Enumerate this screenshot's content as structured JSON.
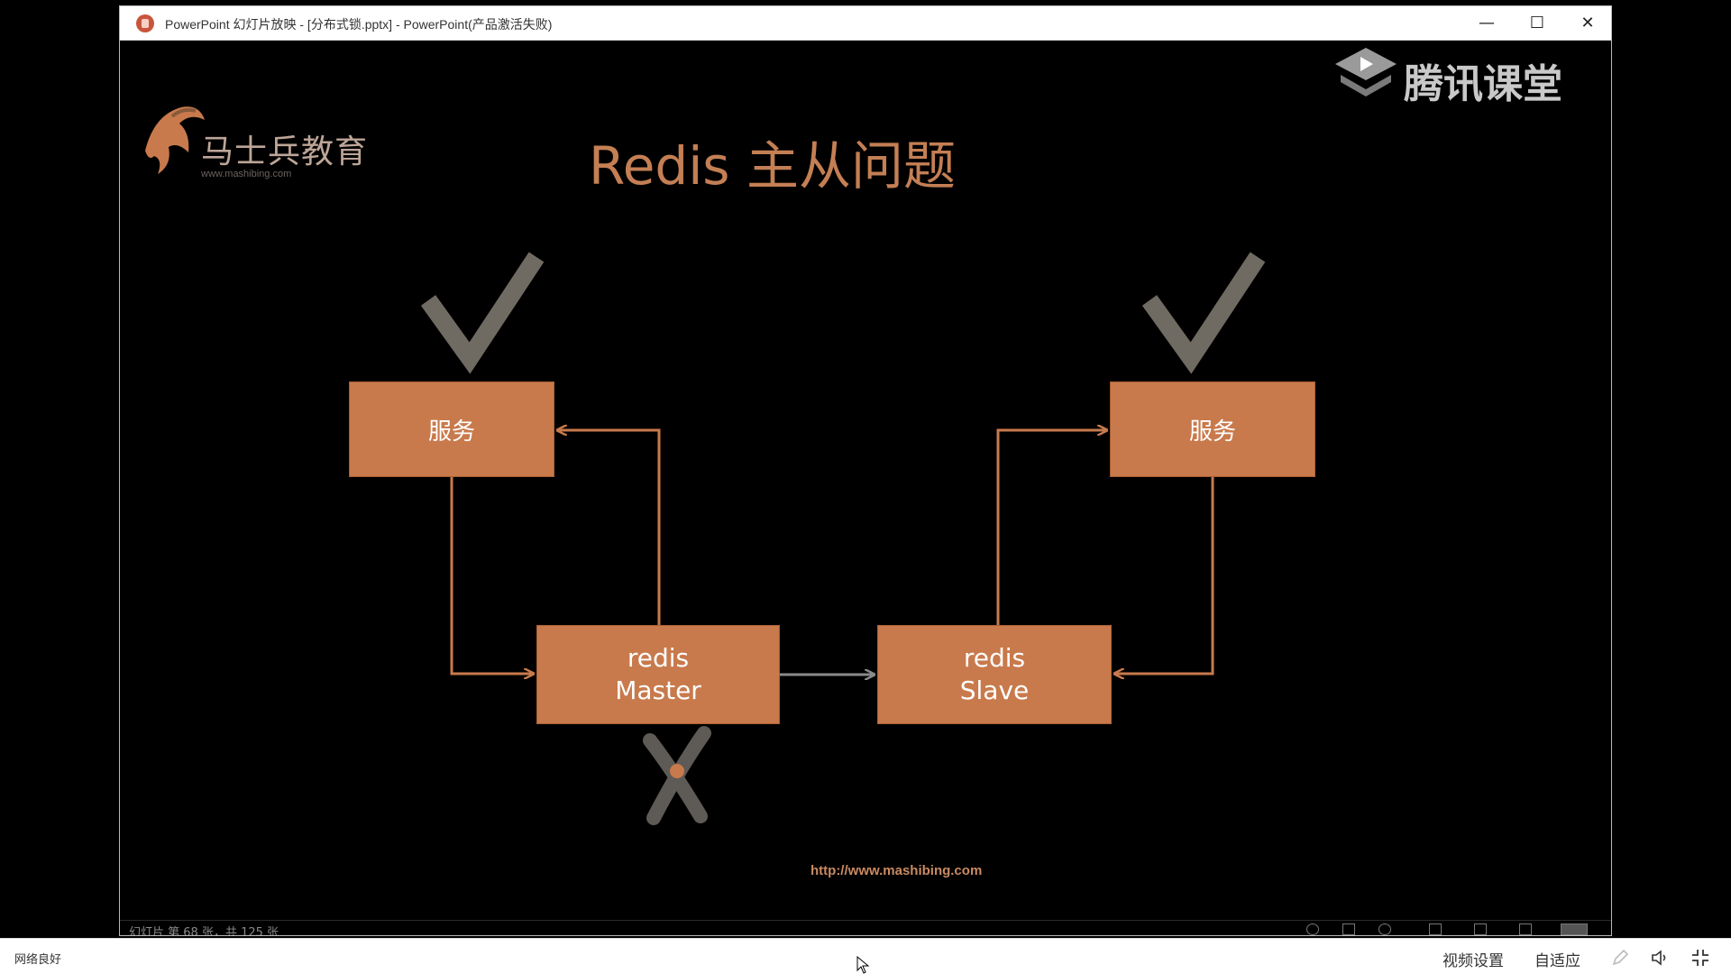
{
  "window": {
    "title": "PowerPoint 幻灯片放映 - [分布式锁.pptx] - PowerPoint(产品激活失败)",
    "minimize_label": "—",
    "maximize_label": "☐",
    "close_label": "✕"
  },
  "slide": {
    "title": "Redis 主从问题",
    "logo_left": {
      "text": "马士兵教育",
      "url": "www.mashibing.com"
    },
    "logo_right": {
      "text": "腾讯课堂"
    },
    "service_left": "服务",
    "service_right": "服务",
    "redis_master": {
      "line1": "redis",
      "line2": "Master"
    },
    "redis_slave": {
      "line1": "redis",
      "line2": "Slave"
    },
    "footer_url": "http://www.mashibing.com",
    "colors": {
      "accent": "#c87a4c",
      "title": "#c47f54",
      "check": "#6f6a62",
      "arrow": "#c87a4c"
    }
  },
  "ppt_status": {
    "slide_counter": "幻灯片 第 68 张，共 125 张"
  },
  "player": {
    "network_status": "网络良好",
    "video_settings": "视频设置",
    "auto_fit": "自适应"
  }
}
